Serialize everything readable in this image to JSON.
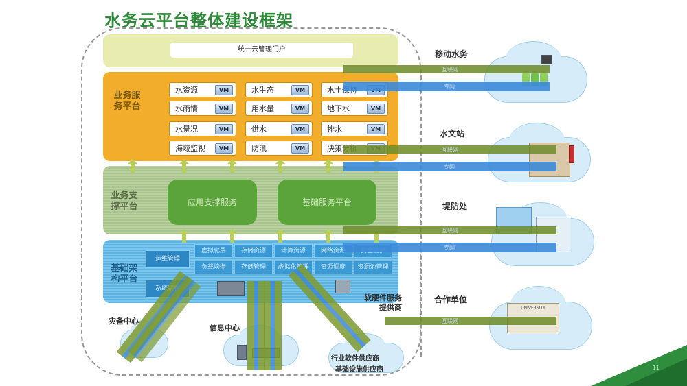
{
  "title": "水务云平台整体建设框架",
  "portal": {
    "label": "统一云管理门户"
  },
  "business": {
    "label": "业务服务平台",
    "vm_label": "VM",
    "services": [
      "水资源",
      "水生态",
      "水土保持",
      "水雨情",
      "用水量",
      "地下水",
      "水景况",
      "供水",
      "排水",
      "海域监视",
      "防汛",
      "决策分析"
    ]
  },
  "support": {
    "label": "业务支撑平台",
    "boxes": [
      "应用支撑服务",
      "基础服务平台"
    ]
  },
  "base": {
    "label": "基础架构平台",
    "side": [
      "运维管理",
      "系统架构"
    ],
    "cells": [
      "虚拟化层",
      "存储资源",
      "计算资源",
      "网络资源",
      "安全防护",
      "负载均衡",
      "存储管理",
      "虚拟化管理",
      "资源调度",
      "资源池管理"
    ]
  },
  "bottom": {
    "disaster": "灾备中心",
    "info": "信息中心",
    "provider1": "软硬件服务提供商",
    "provider2": "行业软件供应商",
    "provider3": "基础设施供应商"
  },
  "sites": [
    {
      "name": "移动水务",
      "net1": "互联网",
      "net2": "专网"
    },
    {
      "name": "水文站",
      "net1": "互联网",
      "net2": "专网"
    },
    {
      "name": "堤防处",
      "net1": "互联网",
      "net2": "专网"
    },
    {
      "name": "合作单位",
      "net1": "互联网",
      "sign": "UNIVERSITY"
    }
  ],
  "page_number": "11",
  "colors": {
    "title": "#2e8b3a",
    "business": "#f2ad2b",
    "support": "#a9c48e",
    "base": "#5cb3e2",
    "portal": "#e8ecb0"
  }
}
